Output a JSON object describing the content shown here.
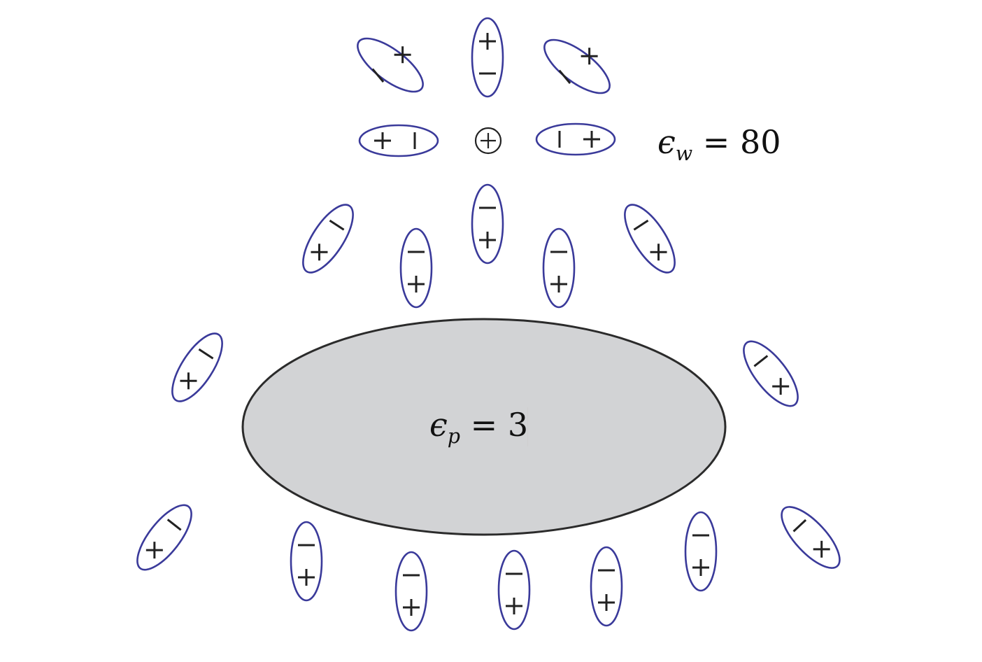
{
  "water_label": {
    "symbol": "ϵ",
    "subscript": "w",
    "relation": " = ",
    "value": "80"
  },
  "protein_label": {
    "symbol": "ϵ",
    "subscript": "p",
    "relation": " = ",
    "value": "3"
  },
  "ion": {
    "sign": "+"
  },
  "dipole_signs": {
    "positive": "+",
    "negative": "−"
  },
  "colors": {
    "dipole_outline": "#3a3a9a",
    "protein_fill": "#d2d3d5",
    "protein_outline": "#2b2b2b",
    "sign": "#222222"
  }
}
